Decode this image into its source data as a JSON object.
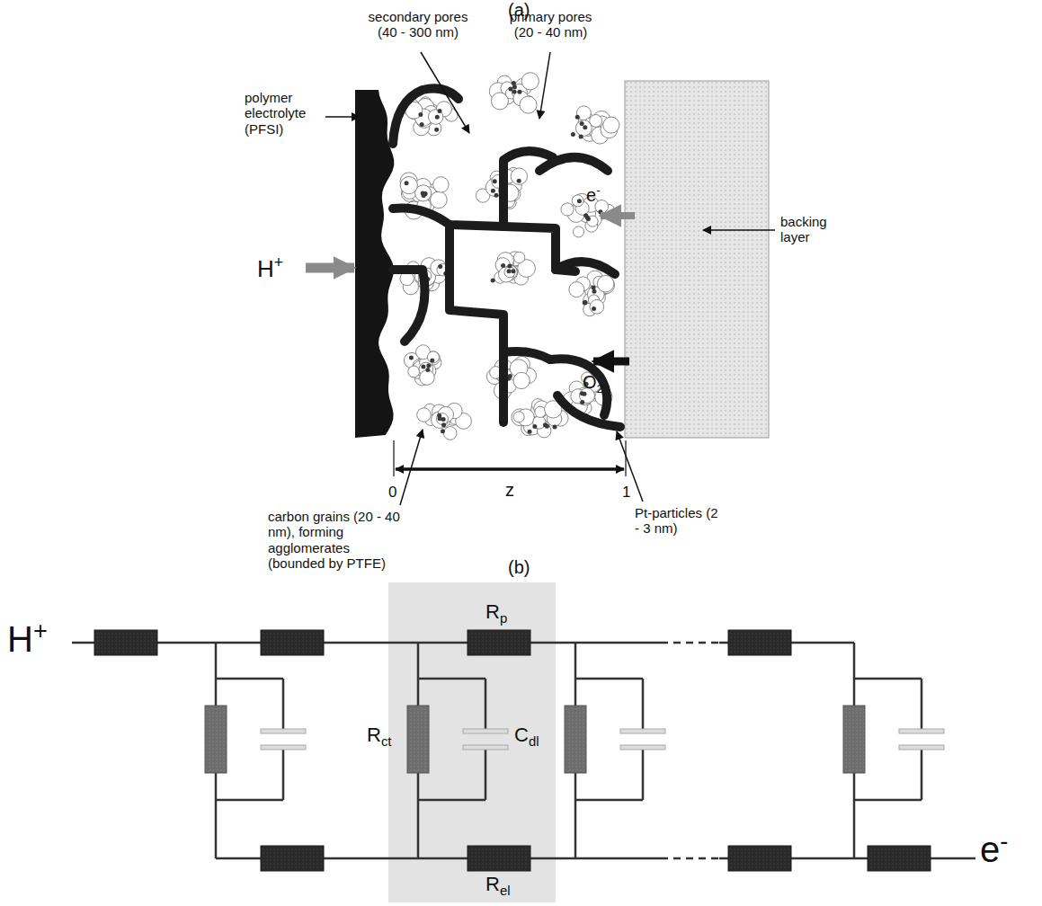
{
  "diagram": {
    "labels": [
      "(a)",
      "secondary pores (40 - 300 nm)",
      "primary pores (20 - 40 nm)",
      "polymer electrolyte (PFSI)",
      "H+",
      "e-",
      "backing layer",
      "O2",
      "0",
      "z",
      "1",
      "carbon grains (20 - 40 nm), forming agglomerates (bounded by PTFE)",
      "Pt-particles (2 - 3 nm)",
      "(b)",
      "H+",
      "Rp",
      "Rct",
      "Cdl",
      "Rel",
      "e-"
    ]
  }
}
